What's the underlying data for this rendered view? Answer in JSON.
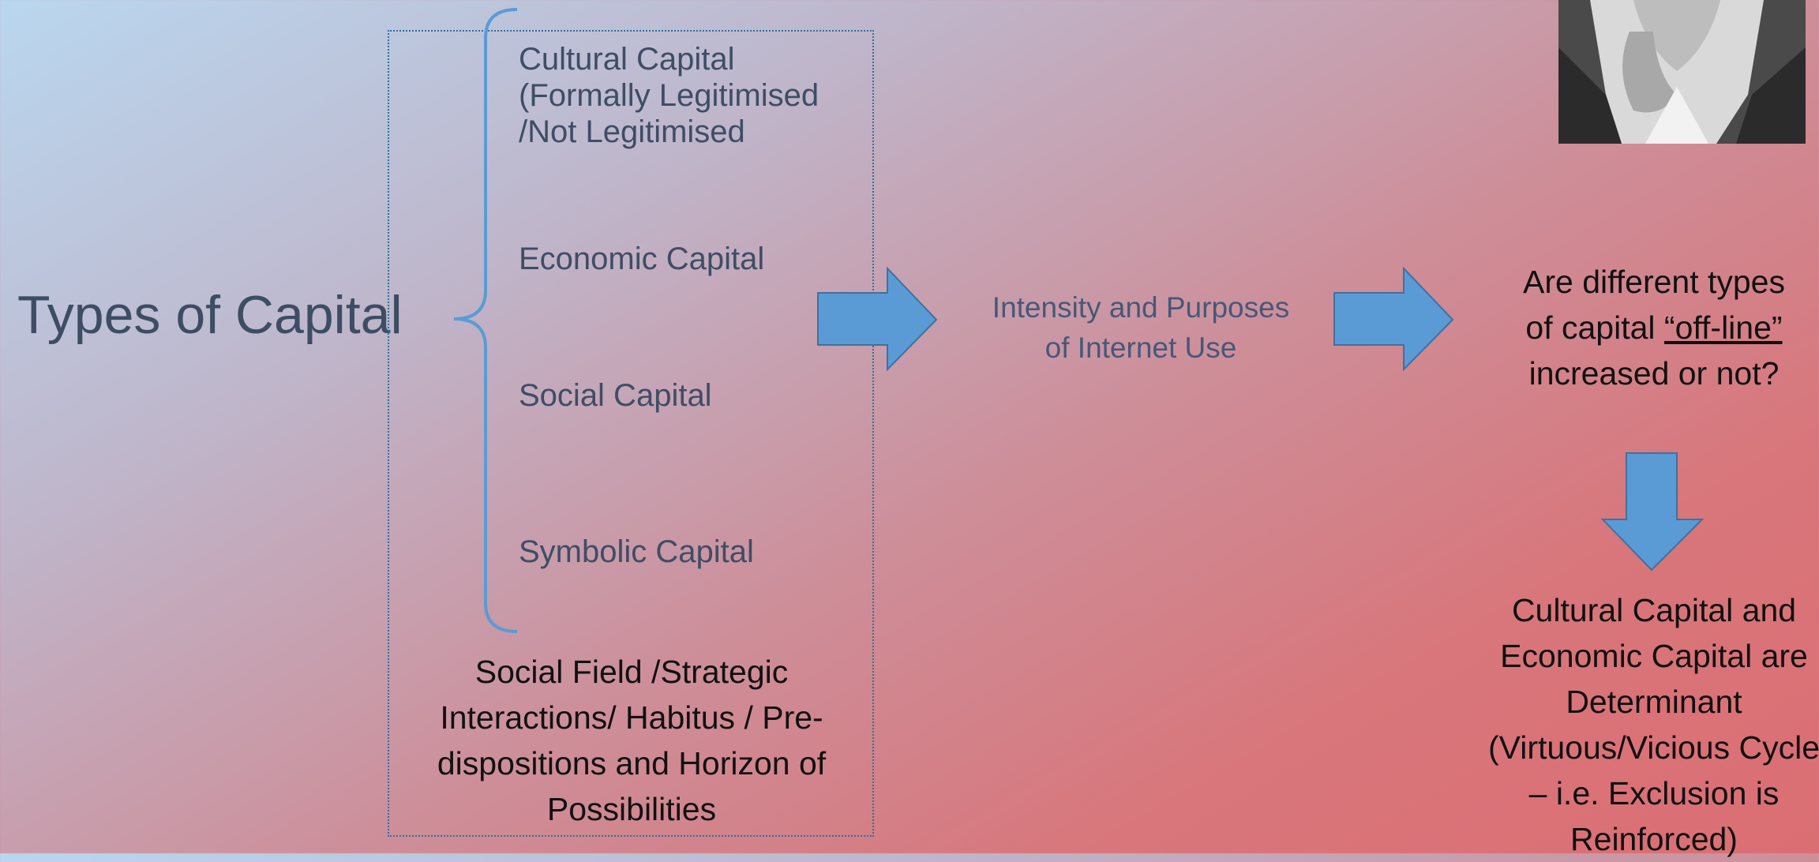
{
  "title": "Types of Capital",
  "capitals": {
    "cultural": [
      "Cultural Capital",
      "(Formally Legitimised",
      "/Not Legitimised"
    ],
    "economic": "Economic Capital",
    "social": "Social Capital",
    "symbolic": "Symbolic Capital"
  },
  "field_text": "Social Field /Strategic Interactions/ Habitus / Pre-dispositions and Horizon of Possibilities",
  "middle_text": [
    "Intensity and Purposes",
    "of Internet Use"
  ],
  "question": {
    "line1": "Are different types",
    "line2_prefix": "of capital ",
    "line2_underlined": "“off-line”",
    "line3": "increased or not?"
  },
  "conclusion": "Cultural Capital and Economic Capital are Determinant (Virtuous/Vicious Cycle – i.e. Exclusion is Reinforced)",
  "colors": {
    "arrow_fill": "#5b9bd5",
    "arrow_stroke": "#41719c",
    "brace": "#5b9bd5",
    "label_text": "#3f4d66"
  },
  "icons": {
    "photo": "portrait-photo"
  }
}
